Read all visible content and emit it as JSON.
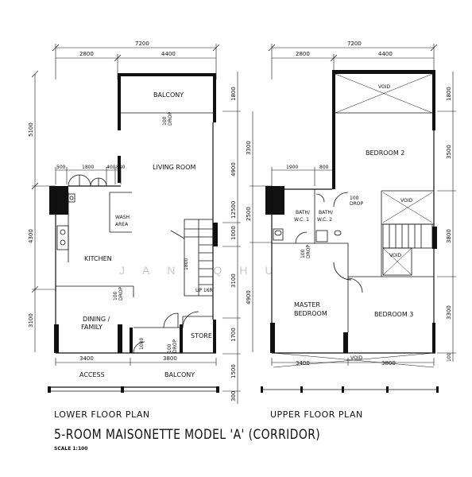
{
  "lower": {
    "dims_top": {
      "total": "7200",
      "left": "2800",
      "right": "4400"
    },
    "dims_inner": {
      "a": "500",
      "b": "1800",
      "c": "400",
      "d": "800"
    },
    "dims_left": {
      "a": "5100",
      "b": "4300",
      "c": "3100"
    },
    "dims_right": {
      "a": "1800",
      "b": "4900",
      "c": "12500",
      "d": "1000",
      "e": "3100",
      "f": "1700",
      "g": "1500",
      "h": "300"
    },
    "dims_bottom": {
      "a": "3400",
      "b": "3800"
    },
    "rooms": {
      "balcony": "BALCONY",
      "living": "LIVING ROOM",
      "wash1": "WASH",
      "wash2": "AREA",
      "kitchen": "KITCHEN",
      "dining1": "DINING /",
      "dining2": "FAMILY",
      "store": "STORE",
      "access": "ACCESS",
      "balcony_bottom": "BALCONY"
    },
    "notes": {
      "drop1": "100",
      "drop1b": "DROP",
      "drop2": "100",
      "drop2b": "DROP",
      "drop3": "100",
      "drop3b": "DROP",
      "stair_dim": "1800",
      "up": "UP 16R",
      "dim_1000": "1000"
    },
    "caption": "LOWER FLOOR PLAN"
  },
  "upper": {
    "dims_top": {
      "total": "7200",
      "left": "2800",
      "right": "4400"
    },
    "dims_inner": {
      "a": "1900",
      "b": "800"
    },
    "dims_left": {
      "a": "3300",
      "b": "2500",
      "c": "4900"
    },
    "dims_right": {
      "a": "1800",
      "b": "3500",
      "c": "3800",
      "d": "3300",
      "e": "100"
    },
    "dims_bottom": {
      "a": "3400",
      "b": "3800"
    },
    "rooms": {
      "void_top": "VOID",
      "bed2": "BEDROOM 2",
      "bath1a": "BATH/",
      "bath1b": "W.C. 1",
      "bath2a": "BATH/",
      "bath2b": "W.C. 2",
      "void_mid": "VOID",
      "void_stair": "VOID",
      "master1": "MASTER",
      "master2": "BEDROOM",
      "bed3": "BEDROOM 3",
      "void_bottom": "VOID"
    },
    "notes": {
      "drop1": "100",
      "drop1b": "DROP",
      "drop2": "100",
      "drop2b": "DROP"
    },
    "caption": "UPPER FLOOR PLAN"
  },
  "watermark": "JAN QHU",
  "title": "5-ROOM MAISONETTE MODEL 'A' (CORRIDOR)",
  "scale": "SCALE  1:100"
}
